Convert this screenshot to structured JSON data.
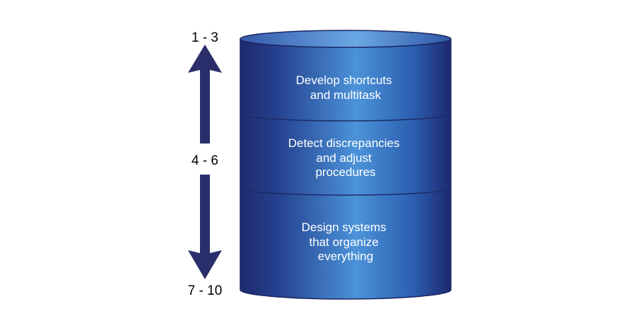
{
  "scale": {
    "top_label": "1 - 3",
    "middle_label": "4 - 6",
    "bottom_label": "7 - 10",
    "arrow_color": "#2a2f6b"
  },
  "layers": [
    {
      "lines": [
        "Develop shortcuts",
        "and multitask"
      ]
    },
    {
      "lines": [
        "Detect discrepancies",
        "and adjust",
        "procedures"
      ]
    },
    {
      "lines": [
        "Design systems",
        "that organize",
        "everything"
      ]
    }
  ],
  "colors": {
    "cylinder_edge": "#1f2a6e",
    "cylinder_center": "#4a8fd6",
    "divider": "#1c2a66",
    "text": "#ffffff"
  }
}
